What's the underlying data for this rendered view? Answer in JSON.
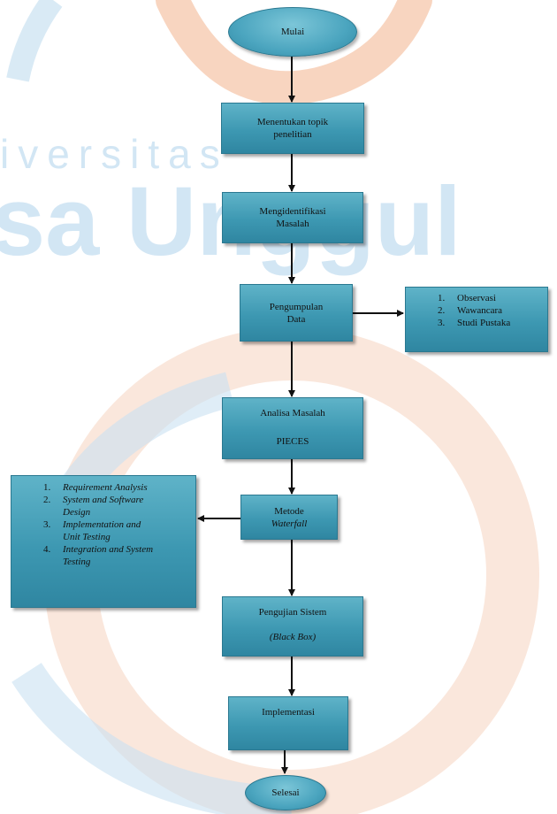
{
  "watermark": {
    "line1": "iversitas",
    "line2": "sa Unggul"
  },
  "flowchart": {
    "start": "Mulai",
    "step1": [
      "Menentukan topik",
      "penelitian"
    ],
    "step2": [
      "Mengidentifikasi",
      "Masalah"
    ],
    "step3": [
      "Pengumpulan",
      "Data"
    ],
    "data_methods": [
      "Observasi",
      "Wawancara",
      "Studi Pustaka"
    ],
    "step4": [
      "Analisa Masalah",
      "PIECES"
    ],
    "step5": [
      "Metode",
      "Waterfall"
    ],
    "waterfall_stages": [
      [
        "Requirement Analysis"
      ],
      [
        "System and Software",
        "Design"
      ],
      [
        "Implementation and",
        "Unit Testing"
      ],
      [
        "Integration and System",
        "Testing"
      ]
    ],
    "step6": [
      "Pengujian Sistem",
      "(Black Box)"
    ],
    "step7": "Implementasi",
    "end": "Selesai"
  },
  "colors": {
    "box_fill": "#4aa3bd",
    "arrow": "#111111",
    "watermark_orange": "#f3b58f",
    "watermark_blue": "#aed3ec"
  }
}
